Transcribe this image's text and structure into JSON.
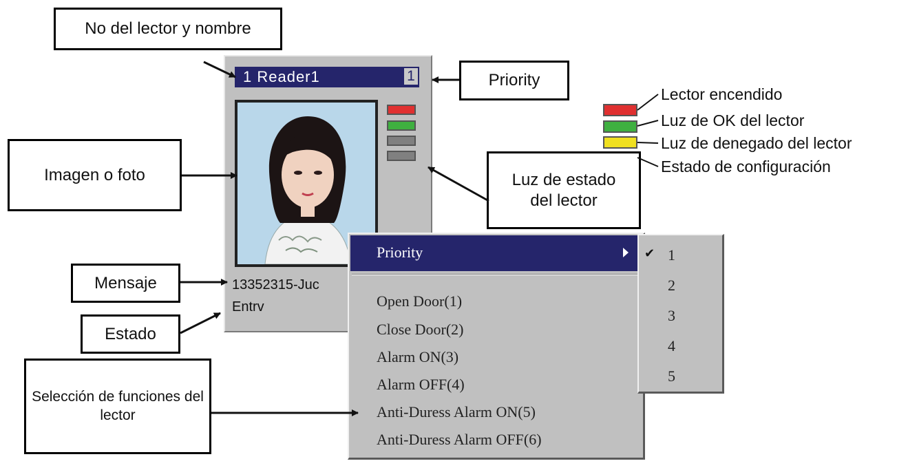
{
  "callouts": {
    "reader_name": "No del lector y nombre",
    "priority": "Priority",
    "image": "Imagen o foto",
    "status_light": "Luz de estado del lector",
    "message": "Mensaje",
    "state": "Estado",
    "functions": "Selección de funciones del lector"
  },
  "reader": {
    "title": "1 Reader1",
    "priority_value": "1",
    "message": "13352315-Juc",
    "state": "Entrv"
  },
  "leds": {
    "panel_colors": [
      "#e03030",
      "#3fb040",
      "#808080",
      "#808080"
    ],
    "legend_colors": [
      "#e03030",
      "#3fb040",
      "#f0e020",
      "#30b8d8"
    ]
  },
  "legend": {
    "items": [
      "Lector encendido",
      "Luz de OK del lector",
      "Luz de denegado del lector",
      "Estado de configuración"
    ]
  },
  "menu": {
    "priority": "Priority",
    "items": [
      "Open Door(1)",
      "Close Door(2)",
      "Alarm ON(3)",
      "Alarm OFF(4)",
      "Anti-Duress Alarm ON(5)",
      "Anti-Duress Alarm OFF(6)"
    ]
  },
  "submenu": {
    "checked": "1",
    "items": [
      "1",
      "2",
      "3",
      "4",
      "5"
    ]
  }
}
